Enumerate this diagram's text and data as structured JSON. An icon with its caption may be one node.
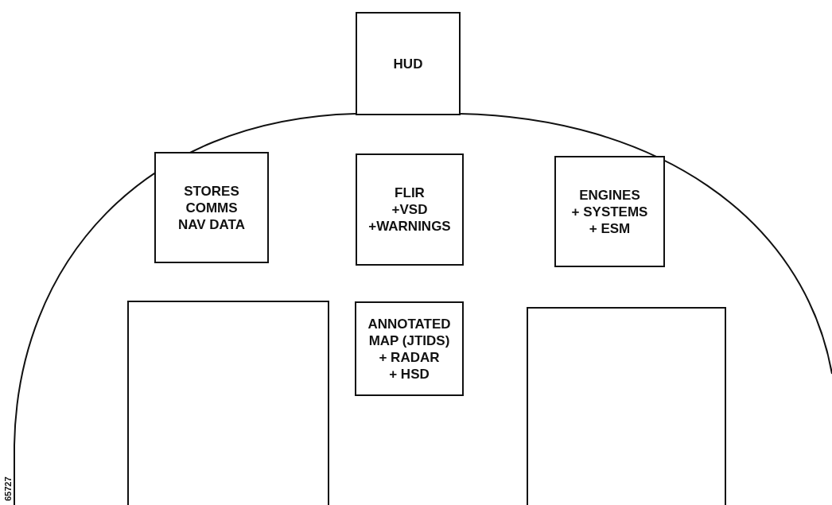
{
  "diagram": {
    "nodes": [
      {
        "text": [
          "HUD"
        ]
      },
      {
        "text": [
          "STORES COMMS NAV DATA"
        ]
      },
      {
        "text": [
          "FLIR +VSD +WARNINGS"
        ]
      },
      {
        "text": [
          "ENGINES + SYSTEMS + ESM"
        ]
      },
      {
        "text": [],
        "shape": "box"
      },
      {
        "text": [
          "ANNOTATED MAP (JTIDS) + RADAR + HSD"
        ]
      },
      {
        "text": [],
        "shape": "box"
      }
    ],
    "edges": [],
    "labels": [
      "65727"
    ]
  }
}
